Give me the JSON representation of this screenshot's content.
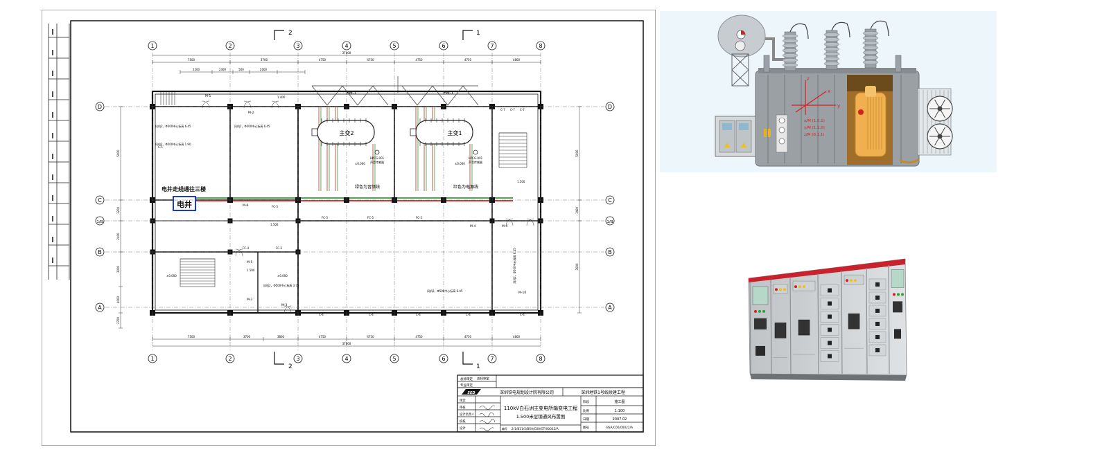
{
  "plan": {
    "axis_numbers": [
      "1",
      "2",
      "3",
      "4",
      "5",
      "6",
      "7",
      "8"
    ],
    "axis_letters_right": [
      "D",
      "C",
      "1/B",
      "B",
      "A"
    ],
    "axis_letters_left": [
      "D",
      "C",
      "1/B",
      "B",
      "A"
    ],
    "section_marks": {
      "left": "2",
      "right": "1"
    },
    "dims_top_overall": "37000",
    "dims_top": [
      "7500",
      "3700",
      "4750",
      "4750",
      "4750",
      "4750",
      "4800"
    ],
    "dims_top_sub": [
      "2200",
      "2300",
      "500",
      "2000"
    ],
    "dims_bottom_overall": "37000",
    "dims_bottom": [
      "7500",
      "3700",
      "3800",
      "4750",
      "4750",
      "4750",
      "4750",
      "4800"
    ],
    "dims_left": [
      "5000",
      "1200",
      "2400",
      "3000",
      "4000",
      "2700"
    ],
    "dims_right": [
      "5000",
      "1400",
      "3000"
    ],
    "main_transformer_1": "主变1",
    "main_transformer_2": "主变2",
    "electric_well": "电井",
    "well_route_note": "电井走线通往三楼",
    "green_line_note": "绿色为音频线",
    "red_line_note": "红色为电源线",
    "sensor_1": "HPCG-001",
    "sensor_1_sub": "声音传感器",
    "sensor_2": "HPCG-001",
    "sensor_2_sub": "声音传感器",
    "fan_labels": [
      "风机2，Φ500中心标高 6.45",
      "风机2，Φ500中心标高 6.45",
      "风机2，Φ500中心标高 1.90",
      "风机2，Φ500中心标高 3.75",
      "风机2，Φ500中心标高 6.45",
      "风机2，Φ500中心标高 6.45"
    ],
    "door_labels": [
      "M-1",
      "M-2",
      "FM-1",
      "FM-1",
      "M-3",
      "M-4",
      "M-4",
      "M-5",
      "M-6",
      "M-10",
      "M-3"
    ],
    "fc_labels": [
      "FC-5",
      "FC-5",
      "FC-5",
      "FC-5",
      "FC-4",
      "FC-5"
    ],
    "c_labels": [
      "C-4",
      "C-4",
      "C-4",
      "C-4",
      "C-4",
      "C-5",
      "C-7",
      "C-7",
      "C-7"
    ],
    "level_marks": [
      "±0.000",
      "±0.000",
      "±0.000",
      "±0.000",
      "1.400",
      "1.500",
      "1.500",
      "1.500"
    ],
    "title_block": {
      "company": "深圳铁电规划设计院有限公司",
      "project": "深圳地铁1号线续建工程",
      "drawing_title_1": "110kV白石洲主变电所输变电工程",
      "drawing_title_2": "1.500米层钢通风布置图",
      "stage_label": "阶段",
      "stage_value": "施工图",
      "scale_label": "比例",
      "scale_value": "1:100",
      "date_label": "日期",
      "date_value": "2007.02",
      "number_label": "图号",
      "number_value": "BSA/C00/00022/A",
      "code_label": "编号",
      "code_value": "2/1/B11/5/BSA/C00/GT/00022/A",
      "roles": [
        "审定",
        "审核",
        "设计负责人",
        "校核",
        "设计"
      ],
      "top_rows": [
        "总师审定",
        "专业审定"
      ]
    }
  },
  "transformer": {
    "readouts": [
      "x/M (1.0.1)",
      "y/M (1.1.0)",
      "z/M (0.1.1)"
    ],
    "axis_labels": [
      "z",
      "x",
      "y"
    ]
  },
  "colors": {
    "green_line": "#2f9e3a",
    "red_line": "#d42020",
    "well_box": "#1a3cc8",
    "tank": "#9aa0a4",
    "oil": "#a06d2a",
    "core": "#f0b050",
    "bg_light": "#edf6fb"
  }
}
